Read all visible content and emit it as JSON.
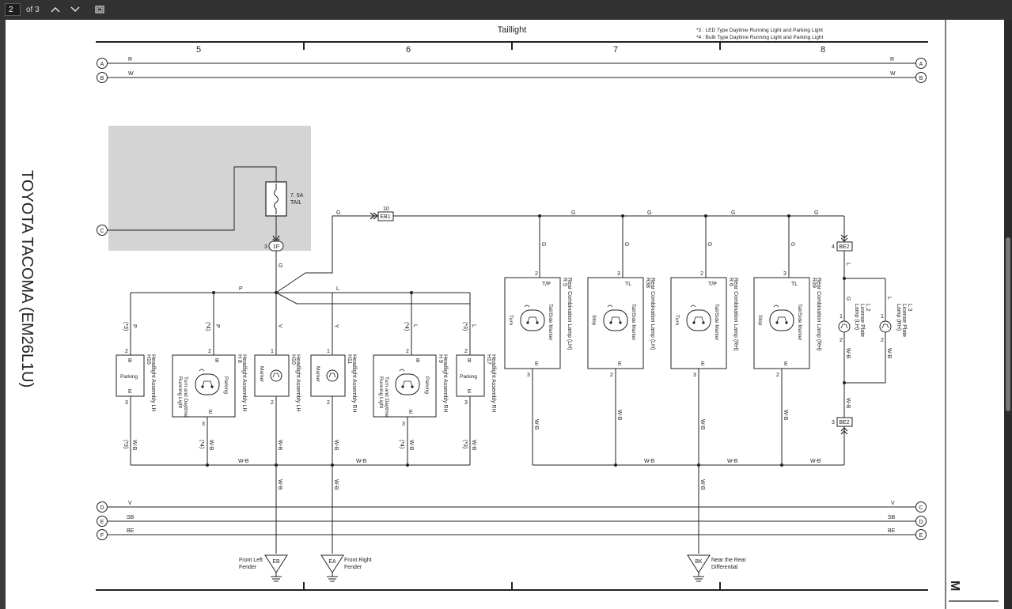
{
  "toolbar": {
    "page_value": "2",
    "of_label": "of 3"
  },
  "diagram": {
    "vehicle_title": "TOYOTA TACOMA (EM26L1U)",
    "system_title": "Taillight",
    "notes": [
      "*3 : LED Type Daytime Running Light and Parking Light",
      "*4 : Bulb Type Daytime Running Light and Parking Light"
    ],
    "section_marker": "M",
    "grid_numbers": [
      "5",
      "6",
      "7",
      "8"
    ],
    "wire_colors": {
      "R": "R",
      "W": "W",
      "V": "V",
      "SB": "SB",
      "BE": "BE",
      "G": "G",
      "P": "P",
      "L": "L",
      "Y": "Y",
      "WB": "W-B"
    },
    "rails": [
      "A",
      "B",
      "C",
      "D",
      "E",
      "F"
    ],
    "fuse": {
      "rating": "7. 5A",
      "name": "TAIL"
    },
    "connectors": {
      "c1F": "1F",
      "c1F_pin": "3",
      "EB1": "EB1",
      "EB1_pin": "10",
      "BE2": "BE2",
      "BE2_pin_top": "4",
      "BE2_pin_bottom": "3"
    },
    "pins": {
      "p1": "1",
      "p2": "2",
      "p3": "3",
      "B": "B",
      "E": "E",
      "TP": "T/P",
      "TL": "TL"
    },
    "variants": {
      "v3": "(*3)",
      "v4": "(*4)"
    },
    "components": {
      "h16": {
        "code": "H16",
        "name": "Headlight Assembly LH",
        "label": "Parking"
      },
      "h8": {
        "code": "H 8",
        "name": "Headlight Assembly LH",
        "label1": "Parking",
        "label2": "Turn and Daytime",
        "label3": "Running Light"
      },
      "h10": {
        "code": "H10",
        "name": "Headlight Assembly LH",
        "label": "Marker"
      },
      "h11": {
        "code": "H11",
        "name": "Headlight Assembly RH",
        "label": "Marker"
      },
      "h9": {
        "code": "H 9",
        "name": "Headlight Assembly RH",
        "label1": "Parking",
        "label2": "Turn and Daytime",
        "label3": "Running Light"
      },
      "h17": {
        "code": "H17",
        "name": "Headlight Assembly RH",
        "label": "Parking"
      },
      "r5": {
        "code": "R 5",
        "name": "Rear Combination Lamp (LH)",
        "fil1": "Tail/Side Marker",
        "fil2": "Turn"
      },
      "r38": {
        "code": "R38",
        "name": "Rear Combination Lamp (LH)",
        "fil1": "Tail/Side Marker",
        "fil2": "Stop"
      },
      "r6": {
        "code": "R 6",
        "name": "Rear Combination Lamp (RH)",
        "fil1": "Tail/Side Marker",
        "fil2": "Turn"
      },
      "r39": {
        "code": "R39",
        "name": "Rear Combination Lamp (RH)",
        "fil1": "Tail/Side Marker",
        "fil2": "Stop"
      },
      "l2": {
        "code": "L 2",
        "name": "License Plate",
        "name2": "Lamp (LH)"
      },
      "l3": {
        "code": "L 3",
        "name": "License Plate",
        "name2": "Lamp (RH)"
      }
    },
    "grounds": {
      "eb": {
        "code": "EB",
        "loc1": "Front Left",
        "loc2": "Fender"
      },
      "ea": {
        "code": "EA",
        "loc1": "Front Right",
        "loc2": "Fender"
      },
      "bk": {
        "code": "BK",
        "loc1": "Near the Rear",
        "loc2": "Differential"
      }
    }
  }
}
